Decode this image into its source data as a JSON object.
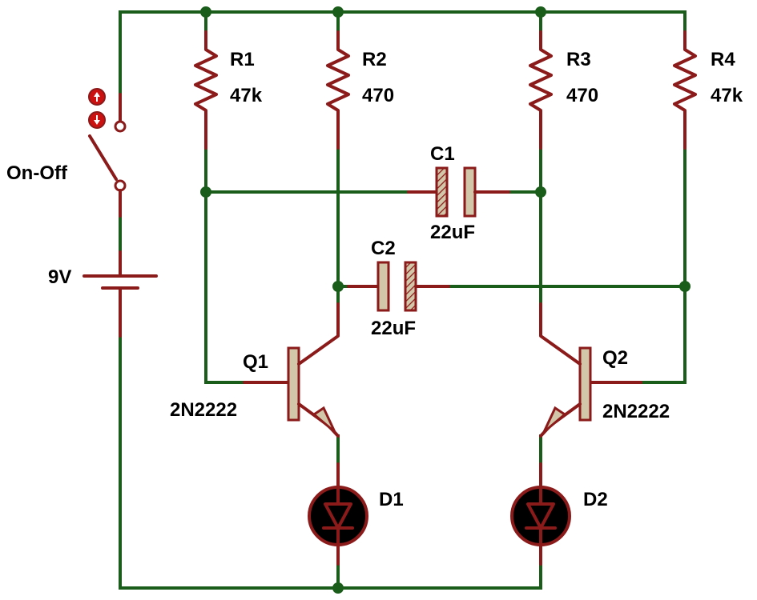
{
  "colors": {
    "wire": "#1a5c1a",
    "component_lead": "#8b1a1a",
    "component_body": "#d2c7a8",
    "led_body": "#000000",
    "switch_marker": "#cc1111",
    "background": "#ffffff"
  },
  "components": {
    "r1": {
      "name": "R1",
      "value": "47k"
    },
    "r2": {
      "name": "R2",
      "value": "470"
    },
    "r3": {
      "name": "R3",
      "value": "470"
    },
    "r4": {
      "name": "R4",
      "value": "47k"
    },
    "c1": {
      "name": "C1",
      "value": "22uF"
    },
    "c2": {
      "name": "C2",
      "value": "22uF"
    },
    "q1": {
      "name": "Q1",
      "part": "2N2222"
    },
    "q2": {
      "name": "Q2",
      "part": "2N2222"
    },
    "d1": {
      "name": "D1"
    },
    "d2": {
      "name": "D2"
    },
    "battery": {
      "value": "9V"
    },
    "switch": {
      "label": "On-Off",
      "marker_top_icon": "arrow-up-icon",
      "marker_bottom_icon": "arrow-down-icon"
    }
  }
}
